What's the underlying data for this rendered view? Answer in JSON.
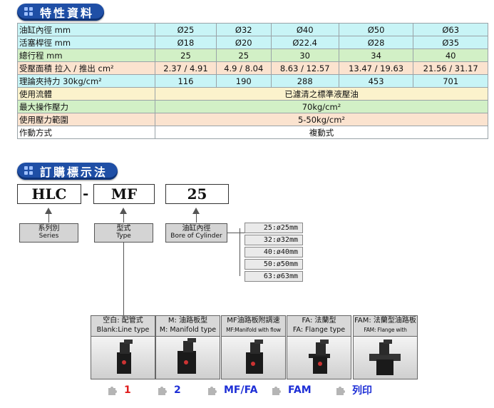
{
  "spec_section": {
    "title": "特性資料",
    "rows": [
      {
        "label": "油缸內徑 mm",
        "values": [
          "Ø25",
          "Ø32",
          "Ø40",
          "Ø50",
          "Ø63"
        ],
        "color": "#c8f4f6"
      },
      {
        "label": "活塞桿徑 mm",
        "values": [
          "Ø18",
          "Ø20",
          "Ø22.4",
          "Ø28",
          "Ø35"
        ],
        "color": "#c8f4f6"
      },
      {
        "label": "總行程 mm",
        "values": [
          "25",
          "25",
          "30",
          "34",
          "40"
        ],
        "color": "#d2f0c6"
      },
      {
        "label": "受壓面積   拉入 / 推出 cm²",
        "values": [
          "2.37 / 4.91",
          "4.9 / 8.04",
          "8.63 / 12.57",
          "13.47 / 19.63",
          "21.56 / 31.17"
        ],
        "color": "#fbe3cf"
      },
      {
        "label": "理論夾持力   30kg/cm²",
        "values": [
          "116",
          "190",
          "288",
          "453",
          "701"
        ],
        "color": "#c8f4f6"
      }
    ],
    "merged_rows": [
      {
        "label": "使用流體",
        "value": "已濾清之標準液壓油",
        "color": "#fbf2cc"
      },
      {
        "label": "最大操作壓力",
        "value": "70kg/cm²",
        "color": "#d2f0c6"
      },
      {
        "label": "使用壓力範圍",
        "value": "5-50kg/cm²",
        "color": "#fbe3cf"
      },
      {
        "label": "作動方式",
        "value": "複動式",
        "color": "#ffffff"
      }
    ]
  },
  "order_section": {
    "title": "訂購標示法",
    "code_parts": [
      "HLC",
      "MF",
      "25"
    ],
    "separator": "-",
    "labels": [
      {
        "zh": "系列別",
        "en": "Series"
      },
      {
        "zh": "型式",
        "en": "Type"
      },
      {
        "zh": "油缸內徑",
        "en": "Bore of Cylinder"
      }
    ],
    "bore_options": [
      "25:ø25mm",
      "32:ø32mm",
      "40:ø40mm",
      "50:ø50mm",
      "63:ø63mm"
    ],
    "types": [
      {
        "zh": "空白: 配管式",
        "en": "Blank:Line type"
      },
      {
        "zh": "M: 油路板型",
        "en": "M: Manifold type"
      },
      {
        "zh": "MF油路板附調速",
        "en": "MF:Manifold with flow control"
      },
      {
        "zh": "FA: 法蘭型",
        "en": "FA: Flange type"
      },
      {
        "zh": "FAM: 法蘭型油路板",
        "en": "FAM: Flange with manifold"
      }
    ],
    "references": [
      {
        "label": "1",
        "color": "#e01d1d"
      },
      {
        "label": "2",
        "color": "#1e2fd6"
      },
      {
        "label": "MF/FA",
        "color": "#1e2fd6"
      },
      {
        "label": "FAM",
        "color": "#1e2fd6"
      },
      {
        "label": "列印",
        "color": "#1e2fd6"
      }
    ]
  }
}
